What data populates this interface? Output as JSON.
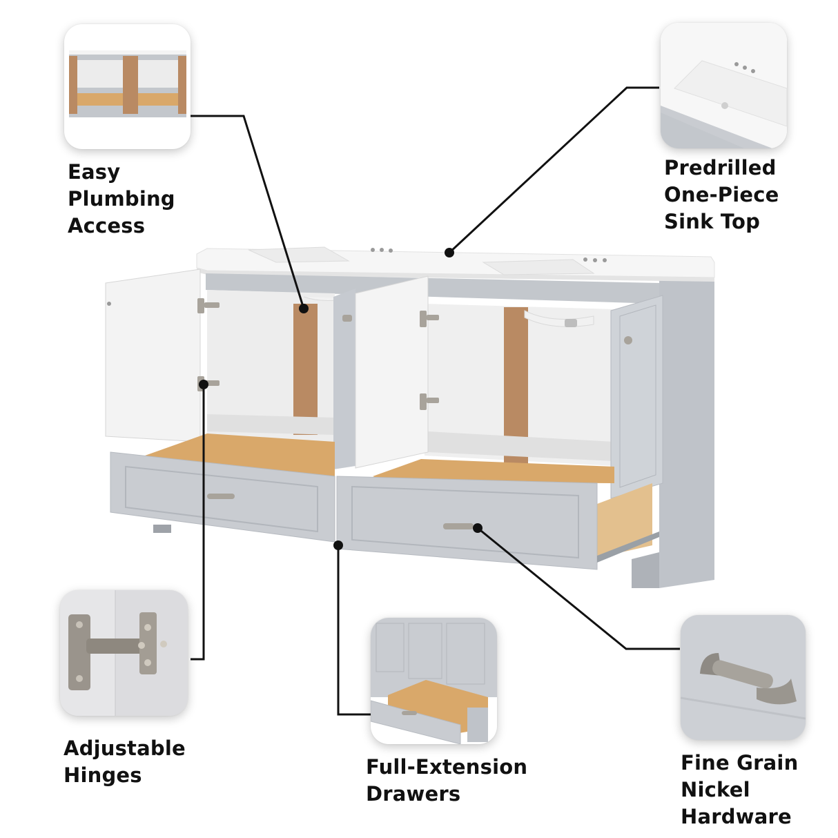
{
  "features": [
    {
      "id": "plumbing",
      "lines": [
        "Easy",
        "Plumbing",
        "Access"
      ],
      "thumbnail": "open-back-cabinet-icon"
    },
    {
      "id": "sink-top",
      "lines": [
        "Predrilled",
        "One-Piece",
        "Sink Top"
      ],
      "thumbnail": "sink-top-icon"
    },
    {
      "id": "hinges",
      "lines": [
        "Adjustable",
        "Hinges"
      ],
      "thumbnail": "hinge-icon"
    },
    {
      "id": "drawers",
      "lines": [
        "Full-Extension",
        "Drawers"
      ],
      "thumbnail": "drawer-icon"
    },
    {
      "id": "hardware",
      "lines": [
        "Fine Grain",
        "Nickel",
        "Hardware"
      ],
      "thumbnail": "handle-icon"
    }
  ],
  "colors": {
    "cabinet_gray": "#c9ccd1",
    "cabinet_dark": "#b3b7bd",
    "countertop": "#f7f7f7",
    "wood": "#d9a86a",
    "mdf": "#b98a63",
    "nickel": "#a8a39b",
    "line": "#111111"
  }
}
